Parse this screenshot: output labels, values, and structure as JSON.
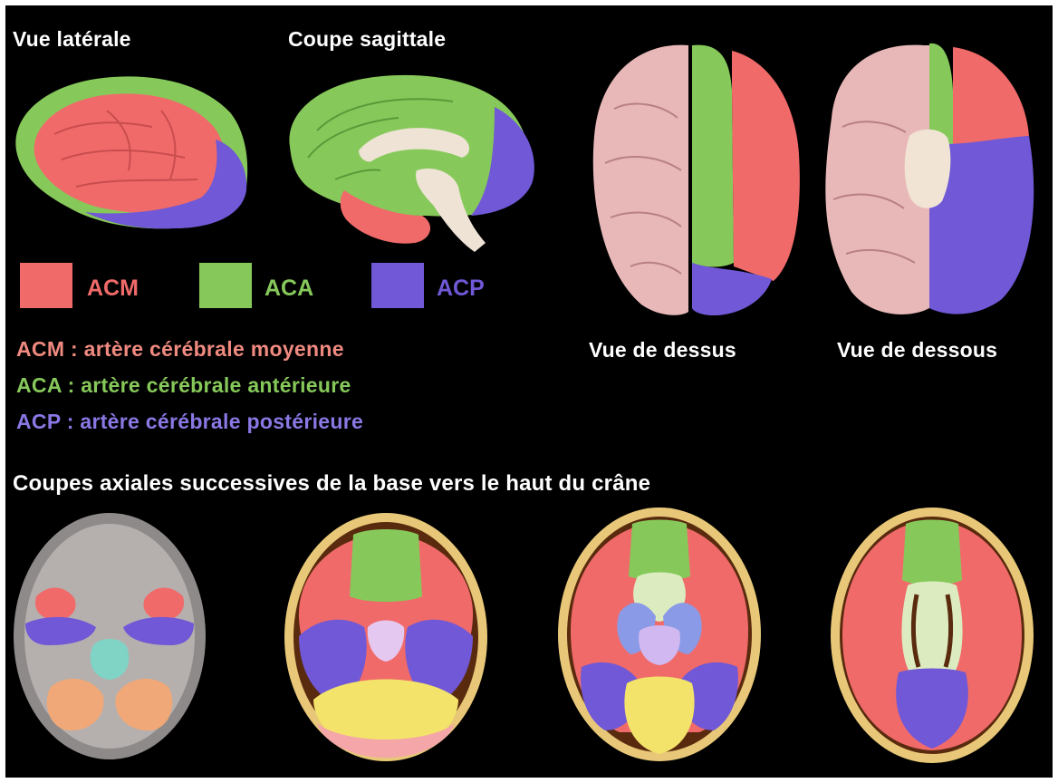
{
  "colors": {
    "acm": "#f06a6a",
    "aca": "#86c95a",
    "acp": "#7058d6",
    "brain_pink": "#e8b8b8",
    "background": "#000000",
    "label": "#ffffff"
  },
  "top_views": {
    "lateral": "Vue latérale",
    "sagittal": "Coupe sagittale",
    "superior": "Vue de dessus",
    "inferior": "Vue de dessous"
  },
  "legend": {
    "acm": "ACM",
    "aca": "ACA",
    "acp": "ACP"
  },
  "definitions": {
    "acm": "ACM : artère cérébrale moyenne",
    "aca": "ACA : artère cérébrale antérieure",
    "acp": "ACP : artère cérébrale postérieure"
  },
  "axial_title": "Coupes axiales successives de la base vers le haut du crâne"
}
